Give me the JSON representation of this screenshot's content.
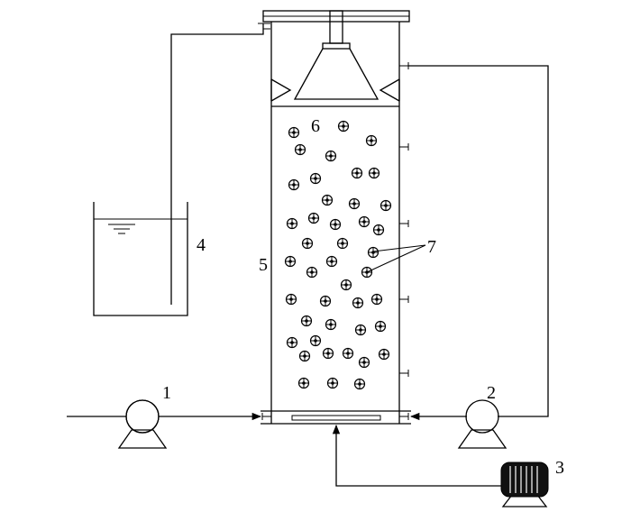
{
  "labels": {
    "pump_1": "1",
    "pump_2": "2",
    "air_pump_3": "3",
    "tank_4": "4",
    "reactor_5": "5",
    "separator_6": "6",
    "carriers_7": "7"
  },
  "colors": {
    "line": "#000000",
    "background": "#ffffff"
  }
}
